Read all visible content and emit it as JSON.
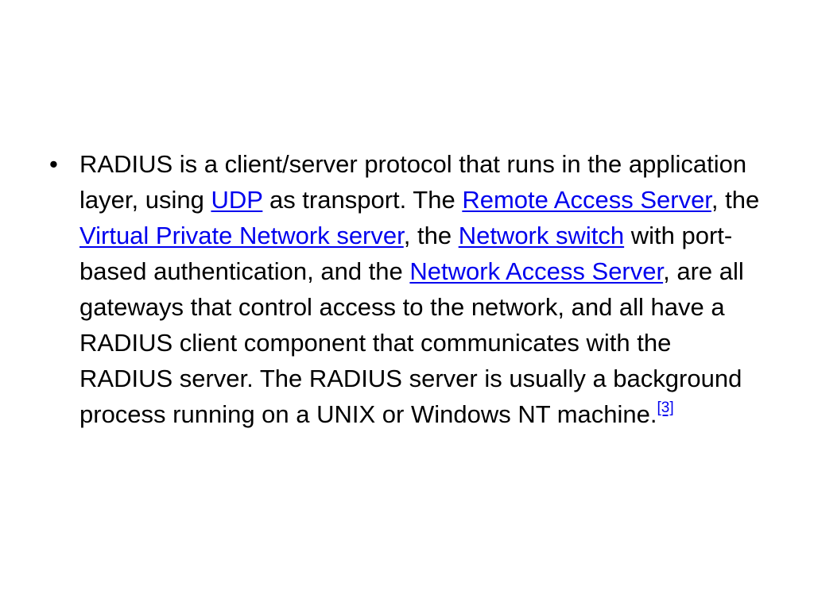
{
  "slide": {
    "bullet": "•",
    "segments": {
      "s1": "RADIUS is a client/server protocol that runs in the application layer, using ",
      "link_udp": "UDP",
      "s2": " as transport. The ",
      "link_ras": "Remote Access Server",
      "s3": ", the ",
      "link_vpn": "Virtual Private Network server",
      "s4": ", the ",
      "link_switch": "Network switch",
      "s5": " with port-based authentication, and the ",
      "link_nas": "Network Access Server",
      "s6": ", are all gateways that control access to the network, and all have a RADIUS client component that communicates with the RADIUS server. The RADIUS server is usually a background process running on a UNIX or Windows NT machine.",
      "citation": "[3]"
    },
    "colors": {
      "link": "#0000ee",
      "text": "#000000",
      "background": "#ffffff"
    }
  }
}
